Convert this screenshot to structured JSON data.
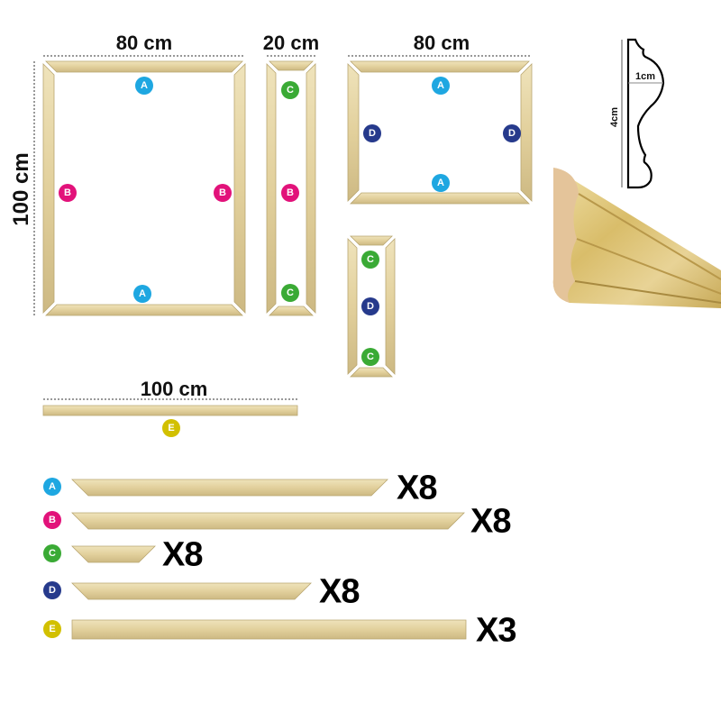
{
  "colors": {
    "A": "#1ea7e1",
    "B": "#e2127a",
    "C": "#3aaa35",
    "D": "#263a8c",
    "E": "#d2c000",
    "wood": "#e6d6a6",
    "wood_dark": "#c9b47c"
  },
  "dimensions": {
    "frame1_width": "80 cm",
    "frame1_height": "100 cm",
    "frame2_width": "20 cm",
    "frame3_width": "80 cm",
    "bar_length": "100 cm"
  },
  "profile": {
    "height": "4cm",
    "depth": "1cm"
  },
  "badges": {
    "A": "A",
    "B": "B",
    "C": "C",
    "D": "D",
    "E": "E"
  },
  "legend": [
    {
      "letter": "A",
      "qty": "X8"
    },
    {
      "letter": "B",
      "qty": "X8"
    },
    {
      "letter": "C",
      "qty": "X8"
    },
    {
      "letter": "D",
      "qty": "X8"
    },
    {
      "letter": "E",
      "qty": "X3"
    }
  ]
}
